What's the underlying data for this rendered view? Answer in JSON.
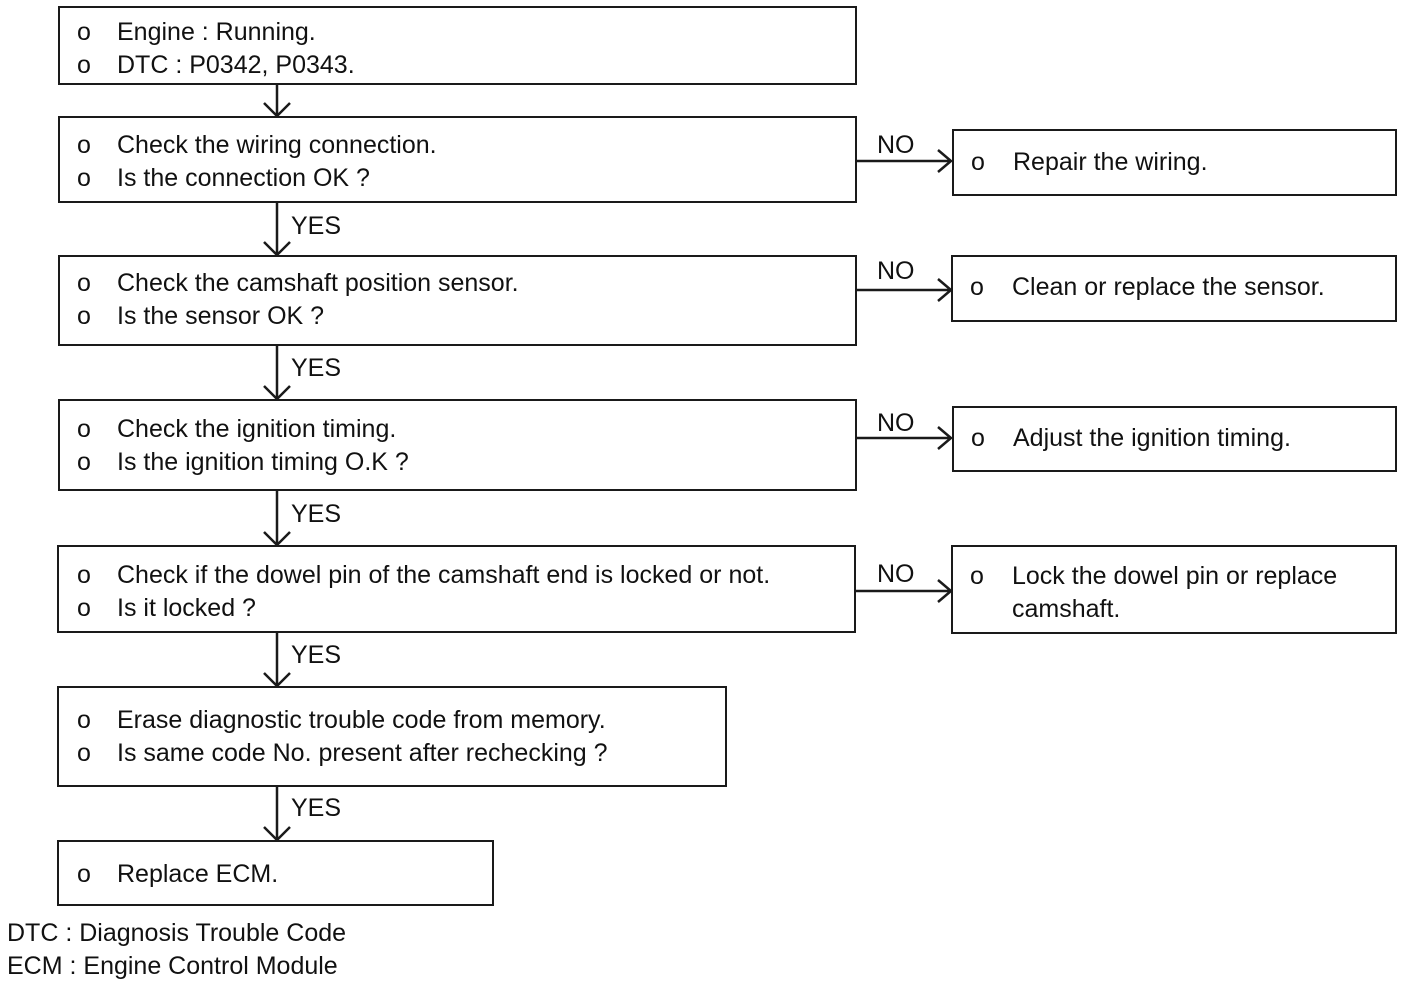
{
  "bullet": "o",
  "labels": {
    "yes": "YES",
    "no": "NO"
  },
  "steps": [
    {
      "lines": [
        "Engine : Running.",
        "DTC : P0342, P0343."
      ]
    },
    {
      "lines": [
        "Check the wiring connection.",
        "Is the connection OK ?"
      ],
      "no": [
        "Repair the wiring."
      ]
    },
    {
      "lines": [
        "Check the camshaft position sensor.",
        "Is the sensor OK ?"
      ],
      "no": [
        "Clean or replace the sensor."
      ]
    },
    {
      "lines": [
        "Check the ignition timing.",
        "Is the ignition timing O.K ?"
      ],
      "no": [
        "Adjust the ignition timing."
      ]
    },
    {
      "lines": [
        "Check if the dowel pin of the camshaft end is locked or not.",
        "Is it locked ?"
      ],
      "no": [
        "Lock the dowel pin or replace",
        "camshaft."
      ]
    },
    {
      "lines": [
        "Erase diagnostic trouble code from memory.",
        "Is same code No. present after rechecking ?"
      ]
    },
    {
      "lines": [
        "Replace ECM."
      ]
    }
  ],
  "legend": [
    "DTC : Diagnosis Trouble Code",
    "ECM : Engine Control Module"
  ]
}
